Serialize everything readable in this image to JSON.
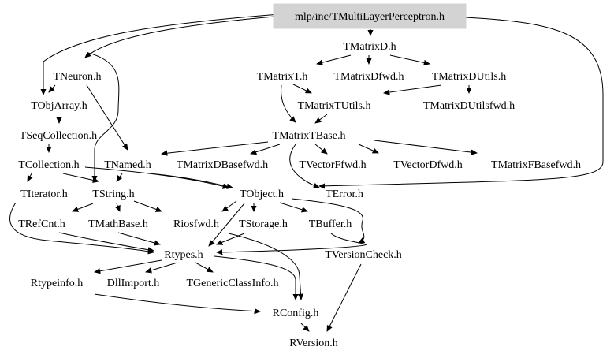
{
  "diagram": {
    "root": "mlp/inc/TMultiLayerPerceptron.h",
    "nodes": [
      {
        "id": "root",
        "label": "mlp/inc/TMultiLayerPerceptron.h",
        "highlight": true
      },
      {
        "id": "TMatrixD",
        "label": "TMatrixD.h"
      },
      {
        "id": "TNeuron",
        "label": "TNeuron.h"
      },
      {
        "id": "TObjArray",
        "label": "TObjArray.h"
      },
      {
        "id": "TMatrixT",
        "label": "TMatrixT.h"
      },
      {
        "id": "TMatrixDfwd",
        "label": "TMatrixDfwd.h"
      },
      {
        "id": "TMatrixDUtils",
        "label": "TMatrixDUtils.h"
      },
      {
        "id": "TMatrixTUtils",
        "label": "TMatrixTUtils.h"
      },
      {
        "id": "TMatrixDUtilsfwd",
        "label": "TMatrixDUtilsfwd.h"
      },
      {
        "id": "TSeqCollection",
        "label": "TSeqCollection.h"
      },
      {
        "id": "TMatrixTBase",
        "label": "TMatrixTBase.h"
      },
      {
        "id": "TCollection",
        "label": "TCollection.h"
      },
      {
        "id": "TNamed",
        "label": "TNamed.h"
      },
      {
        "id": "TMatrixDBasefwd",
        "label": "TMatrixDBasefwd.h"
      },
      {
        "id": "TVectorFfwd",
        "label": "TVectorFfwd.h"
      },
      {
        "id": "TVectorDfwd",
        "label": "TVectorDfwd.h"
      },
      {
        "id": "TMatrixFBasefwd",
        "label": "TMatrixFBasefwd.h"
      },
      {
        "id": "TIterator",
        "label": "TIterator.h"
      },
      {
        "id": "TString",
        "label": "TString.h"
      },
      {
        "id": "TObject",
        "label": "TObject.h"
      },
      {
        "id": "TError",
        "label": "TError.h"
      },
      {
        "id": "TRefCnt",
        "label": "TRefCnt.h"
      },
      {
        "id": "TMathBase",
        "label": "TMathBase.h"
      },
      {
        "id": "Riosfwd",
        "label": "Riosfwd.h"
      },
      {
        "id": "TStorage",
        "label": "TStorage.h"
      },
      {
        "id": "TBuffer",
        "label": "TBuffer.h"
      },
      {
        "id": "Rtypes",
        "label": "Rtypes.h"
      },
      {
        "id": "TVersionCheck",
        "label": "TVersionCheck.h"
      },
      {
        "id": "Rtypeinfo",
        "label": "Rtypeinfo.h"
      },
      {
        "id": "DllImport",
        "label": "DllImport.h"
      },
      {
        "id": "TGenericClassInfo",
        "label": "TGenericClassInfo.h"
      },
      {
        "id": "RConfig",
        "label": "RConfig.h"
      },
      {
        "id": "RVersion",
        "label": "RVersion.h"
      }
    ],
    "edges": [
      [
        "root",
        "TMatrixD"
      ],
      [
        "root",
        "TNeuron"
      ],
      [
        "root",
        "TObjArray"
      ],
      [
        "root",
        "TError"
      ],
      [
        "TMatrixD",
        "TMatrixT"
      ],
      [
        "TMatrixD",
        "TMatrixDfwd"
      ],
      [
        "TMatrixD",
        "TMatrixDUtils"
      ],
      [
        "TNeuron",
        "TObjArray"
      ],
      [
        "TNeuron",
        "TNamed"
      ],
      [
        "TNeuron",
        "TString"
      ],
      [
        "TObjArray",
        "TSeqCollection"
      ],
      [
        "TMatrixT",
        "TMatrixTUtils"
      ],
      [
        "TMatrixT",
        "TMatrixTBase"
      ],
      [
        "TMatrixDUtils",
        "TMatrixTUtils"
      ],
      [
        "TMatrixDUtils",
        "TMatrixDUtilsfwd"
      ],
      [
        "TMatrixTUtils",
        "TMatrixTBase"
      ],
      [
        "TSeqCollection",
        "TCollection"
      ],
      [
        "TMatrixTBase",
        "TNamed"
      ],
      [
        "TMatrixTBase",
        "TMatrixDBasefwd"
      ],
      [
        "TMatrixTBase",
        "TVectorFfwd"
      ],
      [
        "TMatrixTBase",
        "TVectorDfwd"
      ],
      [
        "TMatrixTBase",
        "TMatrixFBasefwd"
      ],
      [
        "TMatrixTBase",
        "TError"
      ],
      [
        "TCollection",
        "TIterator"
      ],
      [
        "TCollection",
        "TString"
      ],
      [
        "TCollection",
        "TObject"
      ],
      [
        "TNamed",
        "TString"
      ],
      [
        "TNamed",
        "TObject"
      ],
      [
        "TIterator",
        "Rtypes"
      ],
      [
        "TString",
        "TRefCnt"
      ],
      [
        "TString",
        "TMathBase"
      ],
      [
        "TString",
        "Riosfwd"
      ],
      [
        "TObject",
        "Riosfwd"
      ],
      [
        "TObject",
        "TStorage"
      ],
      [
        "TObject",
        "TBuffer"
      ],
      [
        "TObject",
        "Rtypes"
      ],
      [
        "TObject",
        "TVersionCheck"
      ],
      [
        "TRefCnt",
        "Rtypes"
      ],
      [
        "TMathBase",
        "Rtypes"
      ],
      [
        "TStorage",
        "Rtypes"
      ],
      [
        "TStorage",
        "RConfig"
      ],
      [
        "TBuffer",
        "Rtypes"
      ],
      [
        "Rtypes",
        "Rtypeinfo"
      ],
      [
        "Rtypes",
        "DllImport"
      ],
      [
        "Rtypes",
        "TGenericClassInfo"
      ],
      [
        "Rtypes",
        "RConfig"
      ],
      [
        "Rtypeinfo",
        "RConfig"
      ],
      [
        "TVersionCheck",
        "RVersion"
      ],
      [
        "RConfig",
        "RVersion"
      ]
    ]
  }
}
